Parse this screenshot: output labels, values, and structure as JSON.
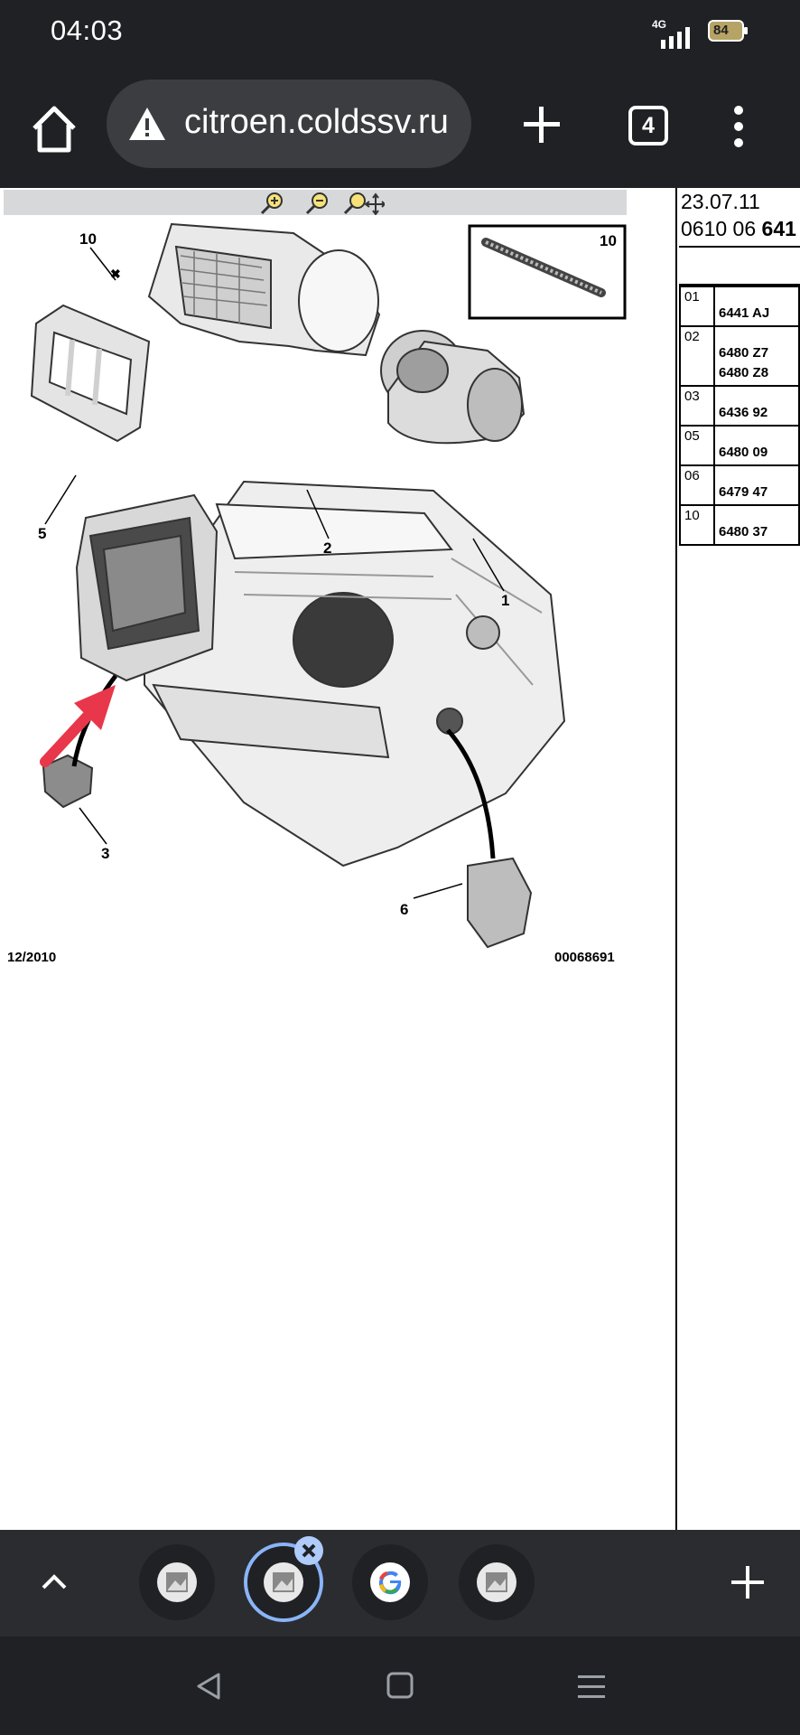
{
  "status_bar": {
    "time": "04:03",
    "network": "4G",
    "battery": "84"
  },
  "browser": {
    "url": "citroen.coldssv.ru",
    "tab_count": "4",
    "secure_icon": "warning-icon"
  },
  "diagram": {
    "date_code": "12/2010",
    "image_code": "00068691",
    "callouts": [
      "10",
      "5",
      "2",
      "1",
      "3",
      "6"
    ],
    "inset_label": "10"
  },
  "parts_panel": {
    "date": "23.07.11",
    "code_prefix": "0610 06",
    "code_bold": "641",
    "rows": [
      {
        "pos": "01",
        "codes": [
          "6441 AJ"
        ]
      },
      {
        "pos": "02",
        "codes": [
          "6480 Z7",
          "6480 Z8"
        ]
      },
      {
        "pos": "03",
        "codes": [
          "6436 92"
        ]
      },
      {
        "pos": "05",
        "codes": [
          "6480 09"
        ]
      },
      {
        "pos": "06",
        "codes": [
          "6479 47"
        ]
      },
      {
        "pos": "10",
        "codes": [
          "6480 37"
        ]
      }
    ]
  },
  "colors": {
    "chrome_dark": "#202124",
    "url_field": "#3c3d40",
    "active_tab_ring": "#8ab4f8",
    "annotation_arrow": "#e8374a"
  }
}
